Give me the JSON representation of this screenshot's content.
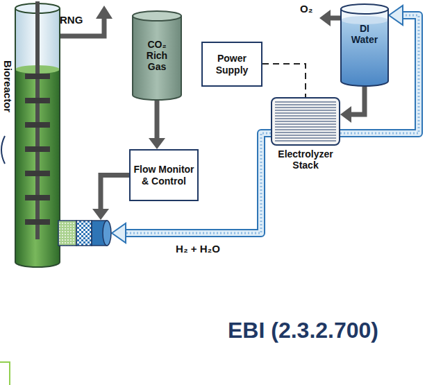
{
  "diagram": {
    "nodes": [
      {
        "text": [
          "EBI (2.3.2.700)"
        ]
      },
      {
        "text": [
          "Bioreactor"
        ],
        "in": 0
      },
      {
        "text": [
          "CO₂ Rich Gas"
        ],
        "in": 0
      },
      {
        "text": [
          "Power Supply"
        ],
        "in": 0
      },
      {
        "text": [
          "DI Water"
        ],
        "in": 0
      },
      {
        "text": [
          "Electrolyzer Stack"
        ],
        "in": 0
      },
      {
        "text": [
          "Flow Monitor & Control"
        ],
        "in": 0
      }
    ],
    "edges": [
      {
        "from": 2,
        "to": 6,
        "arrow": "to"
      },
      {
        "from": 6,
        "to": 1,
        "arrow": "to"
      },
      {
        "from": 3,
        "to": 5,
        "arrow": "none"
      },
      {
        "from": 4,
        "to": 5,
        "arrow": "to"
      },
      {
        "from": 5,
        "to": 4,
        "arrow": "to"
      },
      {
        "from": 5,
        "to": 1,
        "arrow": "to",
        "label": "H₂ + H₂O"
      }
    ],
    "labels": [
      "RNG",
      "O₂"
    ]
  }
}
